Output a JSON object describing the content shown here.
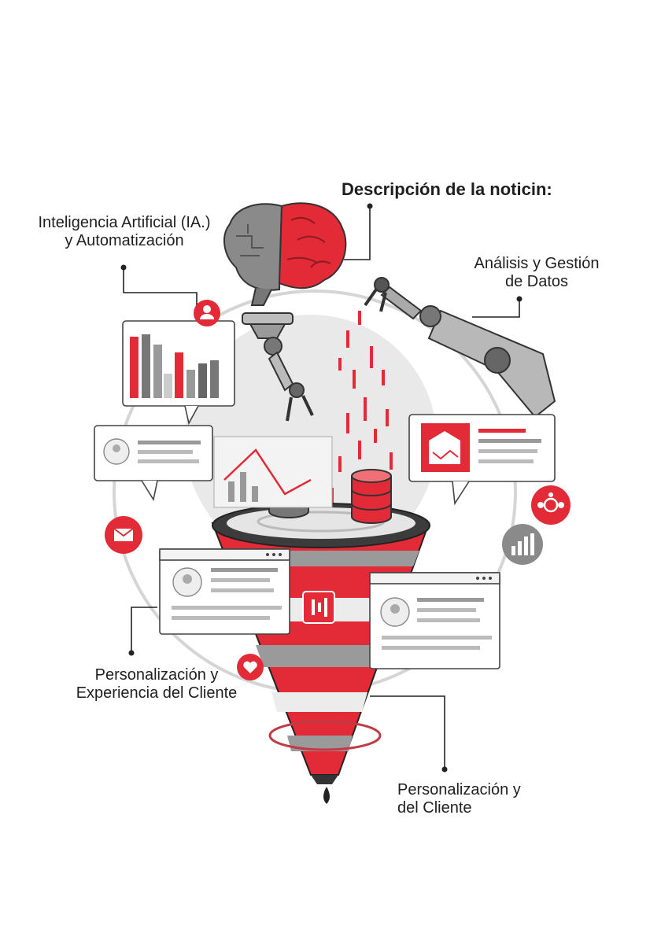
{
  "title": "Descripción de la noticin:",
  "labels": {
    "ia": [
      "Inteligencia Artificial (IA.)",
      "y Automatización"
    ],
    "datos": [
      "Análisis y Gestión",
      "de Datos"
    ],
    "personalizacion_1": [
      "Personalización y",
      "Experiencia del Cliente"
    ],
    "personalizacion_2": [
      "Personalización y",
      "del Cliente"
    ]
  },
  "icons": [
    "brain-icon",
    "robot-arm-icon",
    "user-icon",
    "mail-icon",
    "bar-chart-icon",
    "heart-icon",
    "network-icon",
    "audio-bars-icon",
    "database-icon"
  ],
  "colors": {
    "accent": "#e32a37",
    "gray": "#8c8c8c",
    "dark": "#3a3a3a",
    "light": "#e6e6e6"
  }
}
